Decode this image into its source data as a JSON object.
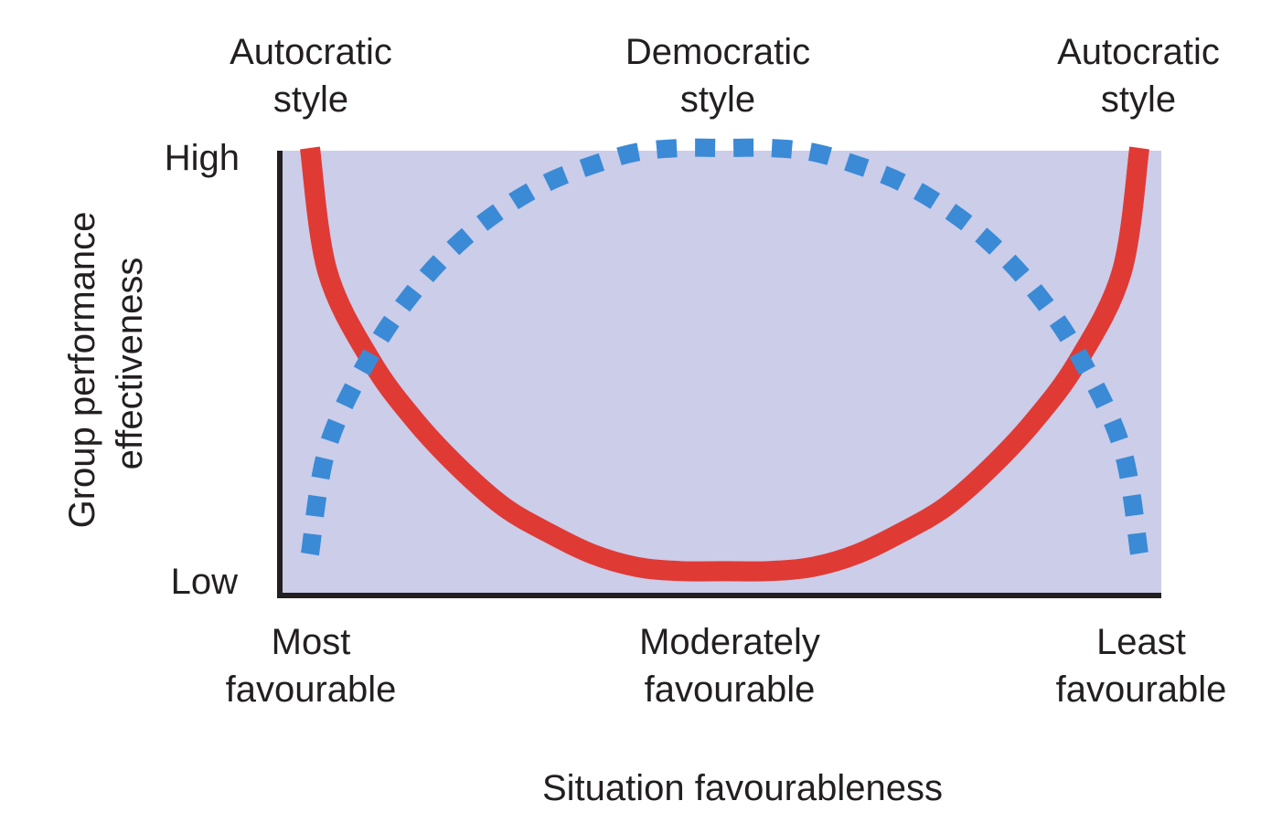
{
  "chart_data": {
    "type": "line",
    "title": "",
    "xlabel": "Situation favourableness",
    "ylabel": [
      "Group performance",
      "effectiveness"
    ],
    "y_ticks": [
      "High",
      "Low"
    ],
    "x_categories": [
      [
        "Most",
        "favourable"
      ],
      [
        "Moderately",
        "favourable"
      ],
      [
        "Least",
        "favourable"
      ]
    ],
    "top_labels": [
      [
        "Autocratic",
        "style"
      ],
      [
        "Democratic",
        "style"
      ],
      [
        "Autocratic",
        "style"
      ]
    ],
    "xlim": [
      0,
      1
    ],
    "ylim": [
      0,
      1
    ],
    "series": [
      {
        "style": "solid",
        "color": "#e03a35",
        "x": [
          0.03,
          0.05,
          0.1,
          0.15,
          0.2,
          0.25,
          0.3,
          0.35,
          0.4,
          0.45,
          0.5,
          0.55,
          0.6,
          0.65,
          0.7,
          0.75,
          0.8,
          0.85,
          0.9,
          0.95,
          0.97
        ],
        "y": [
          1.0,
          0.71,
          0.5,
          0.36,
          0.25,
          0.16,
          0.1,
          0.05,
          0.02,
          0.01,
          0.01,
          0.01,
          0.02,
          0.05,
          0.1,
          0.16,
          0.25,
          0.36,
          0.5,
          0.71,
          1.0
        ]
      },
      {
        "style": "dotted",
        "color": "#3a8ad6",
        "x": [
          0.03,
          0.05,
          0.1,
          0.15,
          0.2,
          0.25,
          0.3,
          0.35,
          0.4,
          0.45,
          0.5,
          0.55,
          0.6,
          0.65,
          0.7,
          0.75,
          0.8,
          0.85,
          0.9,
          0.95,
          0.97
        ],
        "y": [
          0.05,
          0.3,
          0.52,
          0.67,
          0.78,
          0.86,
          0.92,
          0.96,
          0.99,
          1.0,
          1.0,
          1.0,
          0.99,
          0.96,
          0.92,
          0.86,
          0.78,
          0.67,
          0.52,
          0.3,
          0.05
        ]
      }
    ],
    "colors": {
      "plot_background": "#cbcde9",
      "axis": "#231f20"
    }
  }
}
